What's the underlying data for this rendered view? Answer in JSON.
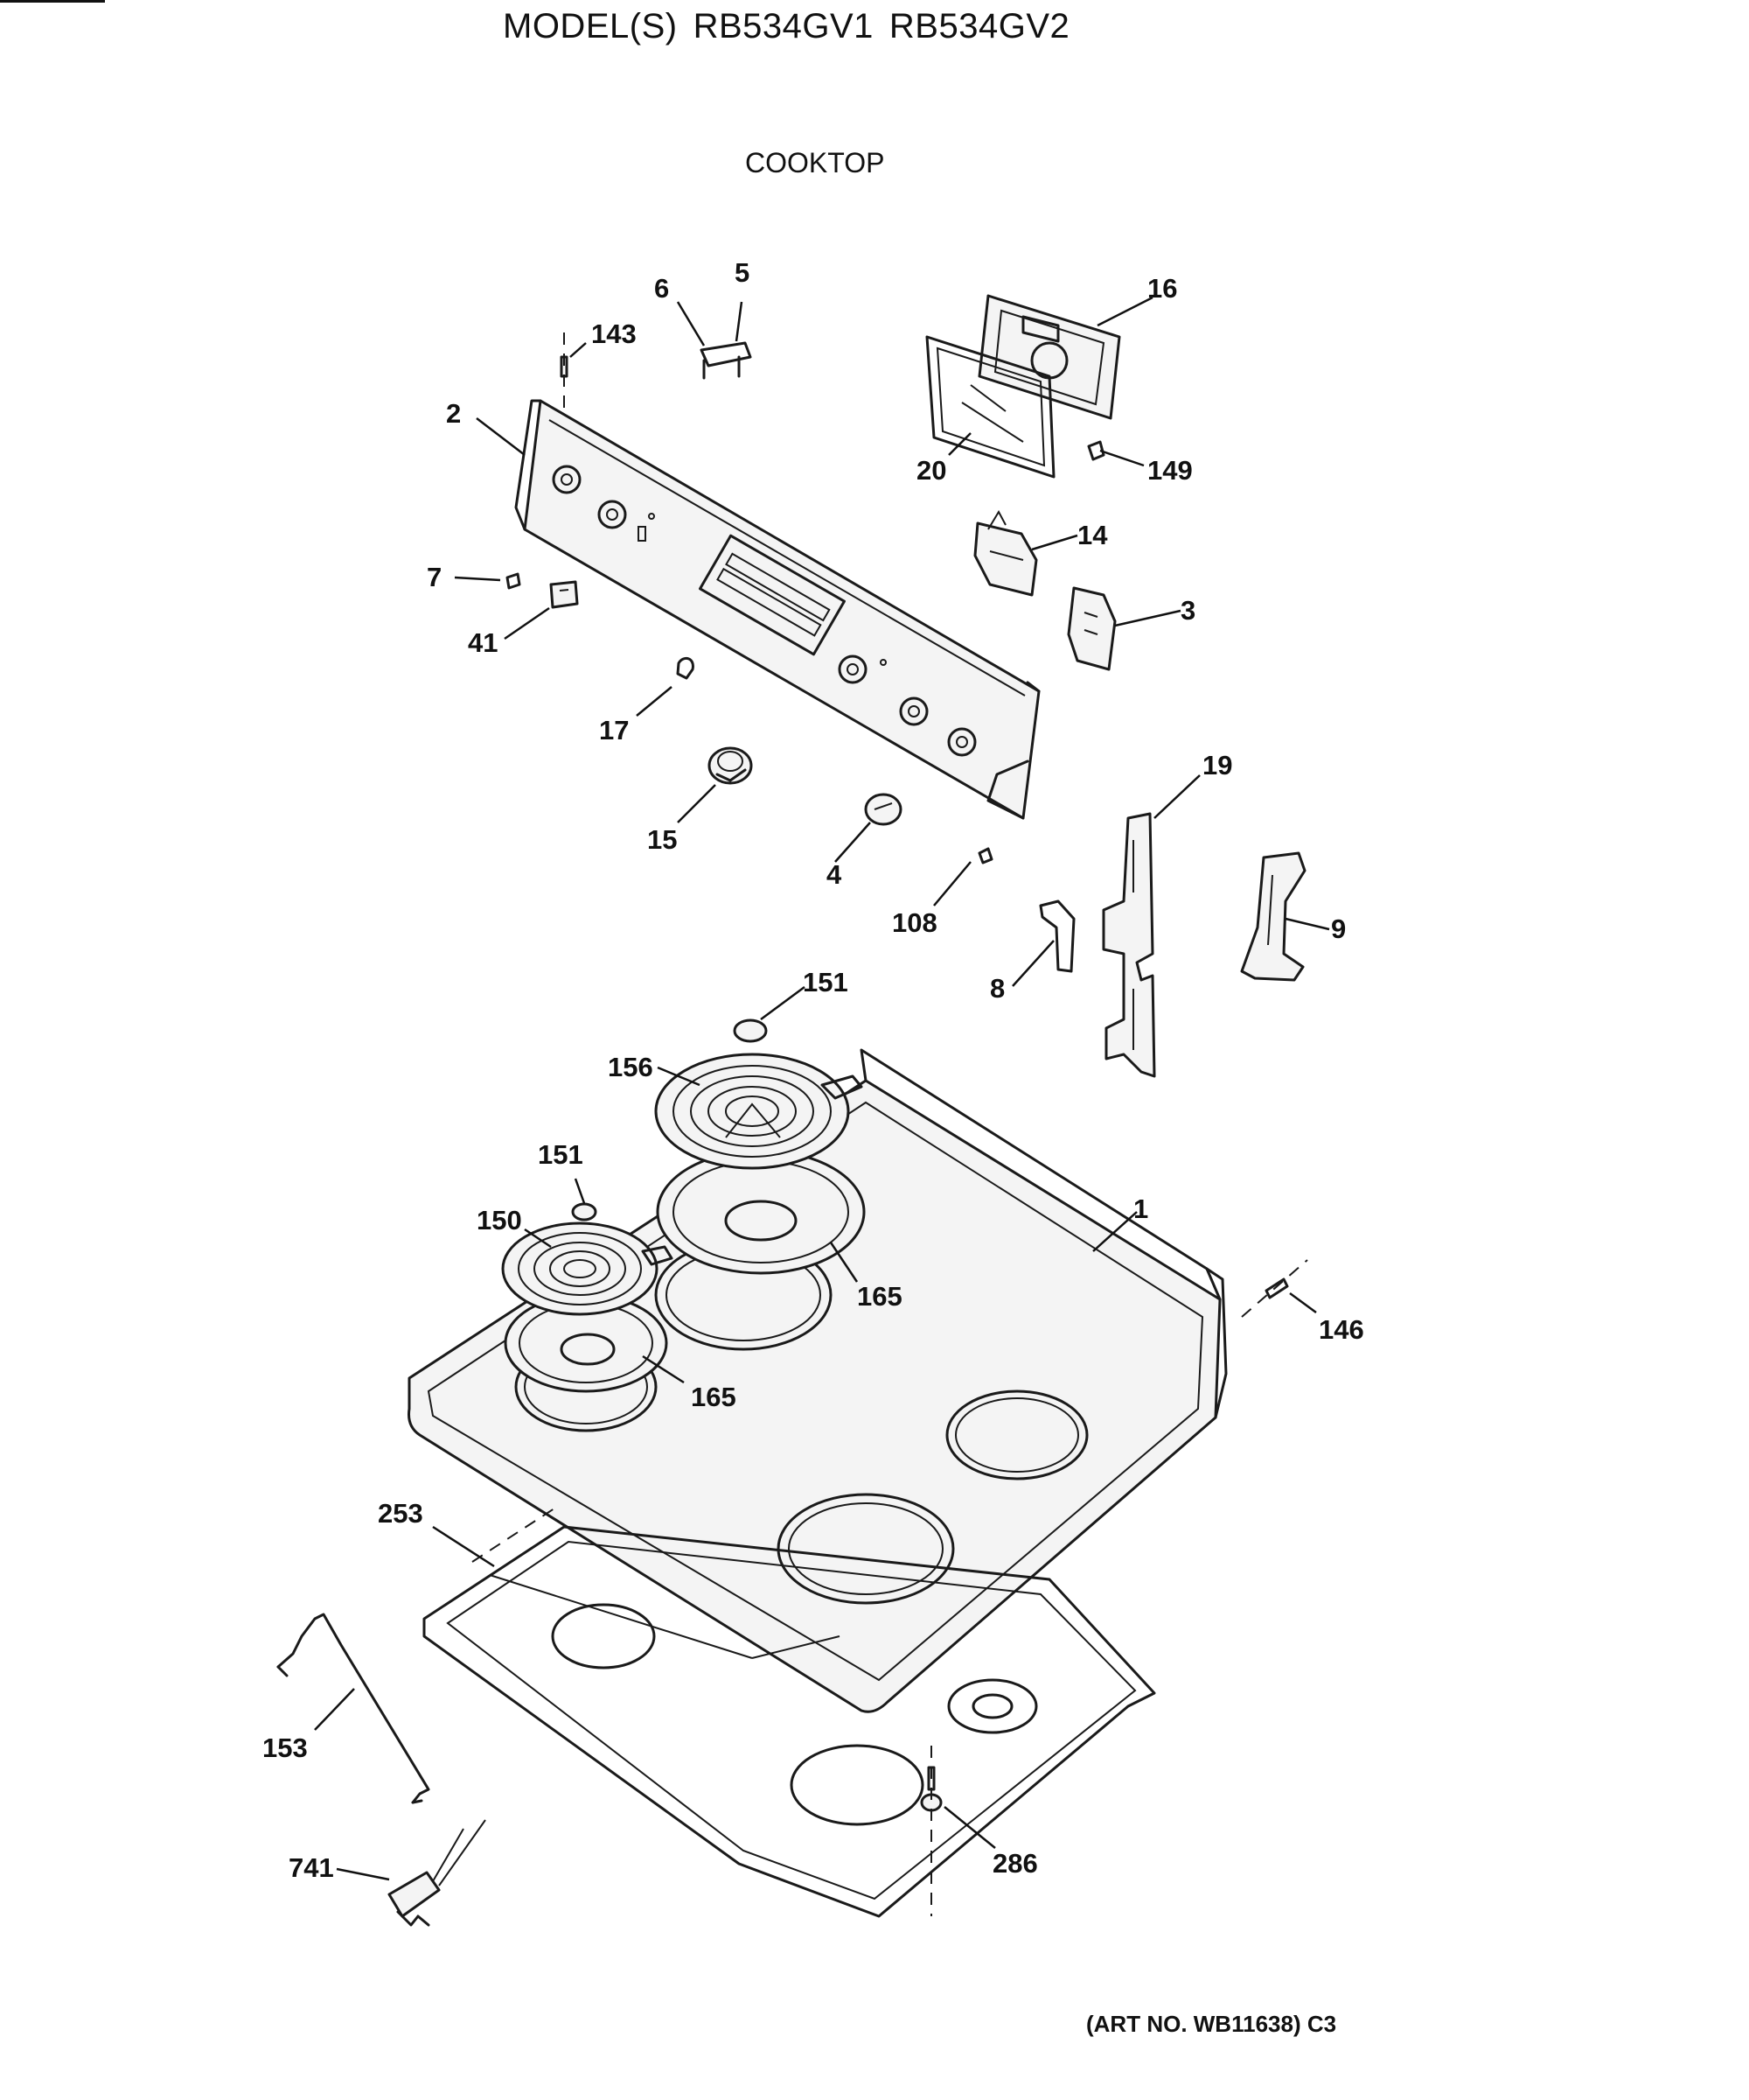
{
  "header": {
    "model_prefix": "MODEL(S)",
    "models": [
      "RB534GV1",
      "RB534GV2"
    ],
    "section_title": "COOKTOP"
  },
  "footer": {
    "art_no": "(ART NO. WB11638) C3"
  },
  "part_labels": {
    "control_panel": "2",
    "screw_top": "143",
    "bracket_6": "6",
    "bracket_5": "5",
    "clock_timer": "16",
    "clock_window": "20",
    "clip_149": "149",
    "switch_14": "14",
    "switch_3": "3",
    "clip_7": "7",
    "indicator_41": "41",
    "lamp_17": "17",
    "knob_15": "15",
    "knob_4": "4",
    "clip_108": "108",
    "end_cap_19": "19",
    "end_cap_9": "9",
    "bracket_8": "8",
    "trim_ring_151_top": "151",
    "large_element": "156",
    "trim_ring_151_mid": "151",
    "small_element": "150",
    "drip_pan_large": "165",
    "cooktop": "1",
    "screw_146": "146",
    "drip_pan_small": "165",
    "cooktop_liner": "253",
    "support_rod": "153",
    "terminal_block": "741",
    "receptacle_286": "286"
  }
}
